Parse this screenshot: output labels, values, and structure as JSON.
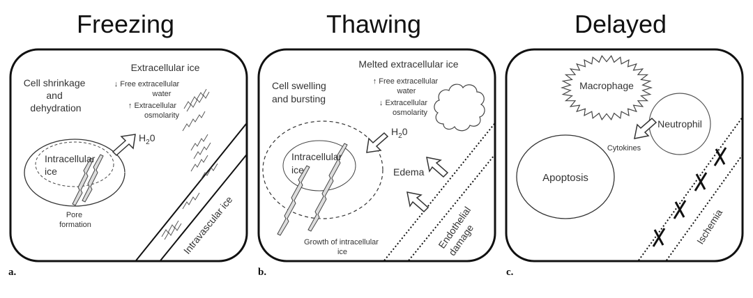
{
  "panels": [
    {
      "title": "Freezing",
      "letter": "a.",
      "labels": {
        "cell_shrinkage": [
          "Cell shrinkage",
          "and",
          "dehydration"
        ],
        "extracellular_ice": "Extracellular ice",
        "free_water": "↓ Free extracellular",
        "free_water_2": "water",
        "osmolarity_up": "↑ Extracellular",
        "osmolarity_2": "osmolarity",
        "h2o": "H",
        "h2o_sub": "2",
        "h2o_end": "0",
        "intracellular_ice": [
          "Intracellular",
          "ice"
        ],
        "pore_formation": [
          "Pore",
          "formation"
        ],
        "intravascular_ice": "Intravascular ice"
      }
    },
    {
      "title": "Thawing",
      "letter": "b.",
      "labels": {
        "melted_ice": "Melted extracellular ice",
        "cell_swelling": [
          "Cell swelling",
          "and bursting"
        ],
        "free_water_up": "↑ Free extracellular",
        "free_water_2": "water",
        "osmolarity_down": "↓ Extracellular",
        "osmolarity_2": "osmolarity",
        "h2o": "H",
        "h2o_sub": "2",
        "h2o_end": "0",
        "intracellular_ice": [
          "Intracellular",
          "ice"
        ],
        "edema": "Edema",
        "growth": [
          "Growth of intracellular",
          "ice"
        ],
        "endothelial": [
          "Endothelial",
          "damage"
        ]
      }
    },
    {
      "title": "Delayed",
      "letter": "c.",
      "labels": {
        "macrophage": "Macrophage",
        "neutrophil": "Neutrophil",
        "cytokines": "Cytokines",
        "apoptosis": "Apoptosis",
        "ischemia": "Ischemia"
      }
    }
  ]
}
